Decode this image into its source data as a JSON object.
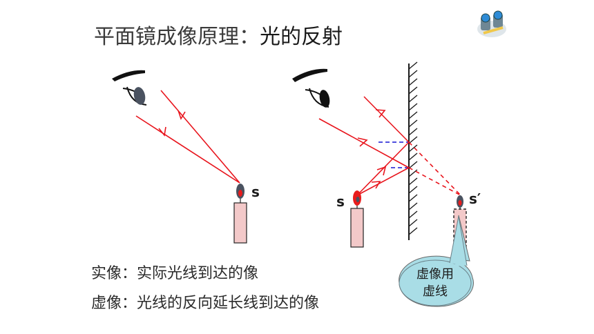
{
  "title": {
    "prefix": "平面镜成像原理：",
    "main": "光的反射"
  },
  "lines": {
    "real": "实像：实际光线到达的像",
    "virtual": "虚像：光线的反向延长线到达的像"
  },
  "callout": {
    "line1": "虚像用",
    "line2": "虚线"
  },
  "labels": {
    "s_left": "s",
    "s_right": "s",
    "s_image": "s′"
  },
  "colors": {
    "ray": "#e8141c",
    "mirror": "#1a1a1a",
    "normal": "#1414d4",
    "callout": "#a9dde6",
    "candle": "#f3c9c9",
    "flame": "#e81c1c"
  },
  "icons": {
    "corner": "binoculars-icon"
  }
}
